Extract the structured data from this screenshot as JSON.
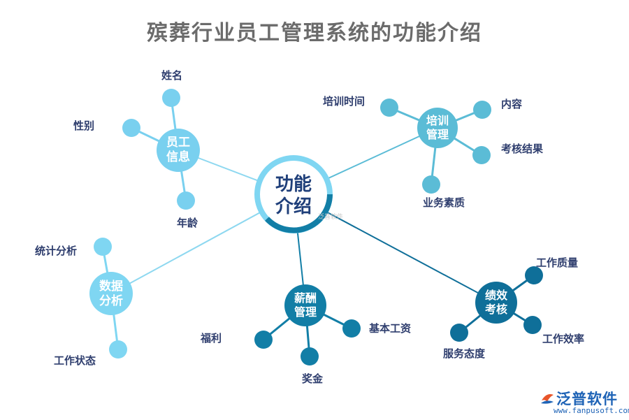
{
  "title": "殡葬行业员工管理系统的功能介绍",
  "center": {
    "line1": "功能",
    "line2": "介绍"
  },
  "branches": {
    "employee_info": {
      "line1": "员工",
      "line2": "信息",
      "color": "#79d0ef",
      "leaves": [
        "姓名",
        "性别",
        "年龄"
      ]
    },
    "training": {
      "line1": "培训",
      "line2": "管理",
      "color": "#5bbcd6",
      "leaves": [
        "培训时间",
        "内容",
        "考核结果",
        "业务素质"
      ]
    },
    "data_analysis": {
      "line1": "数据",
      "line2": "分析",
      "color": "#7fd6f2",
      "leaves": [
        "统计分析",
        "工作状态"
      ]
    },
    "salary": {
      "line1": "薪酬",
      "line2": "管理",
      "color": "#127ea6",
      "leaves": [
        "福利",
        "基本工资",
        "奖金"
      ]
    },
    "performance": {
      "line1": "绩效",
      "line2": "考核",
      "color": "#0f6f99",
      "leaves": [
        "工作质量",
        "服务态度",
        "工作效率"
      ]
    }
  },
  "watermark": "泛普软件",
  "logo": {
    "name": "泛普软件",
    "url": "www.fanpusoft.com"
  }
}
